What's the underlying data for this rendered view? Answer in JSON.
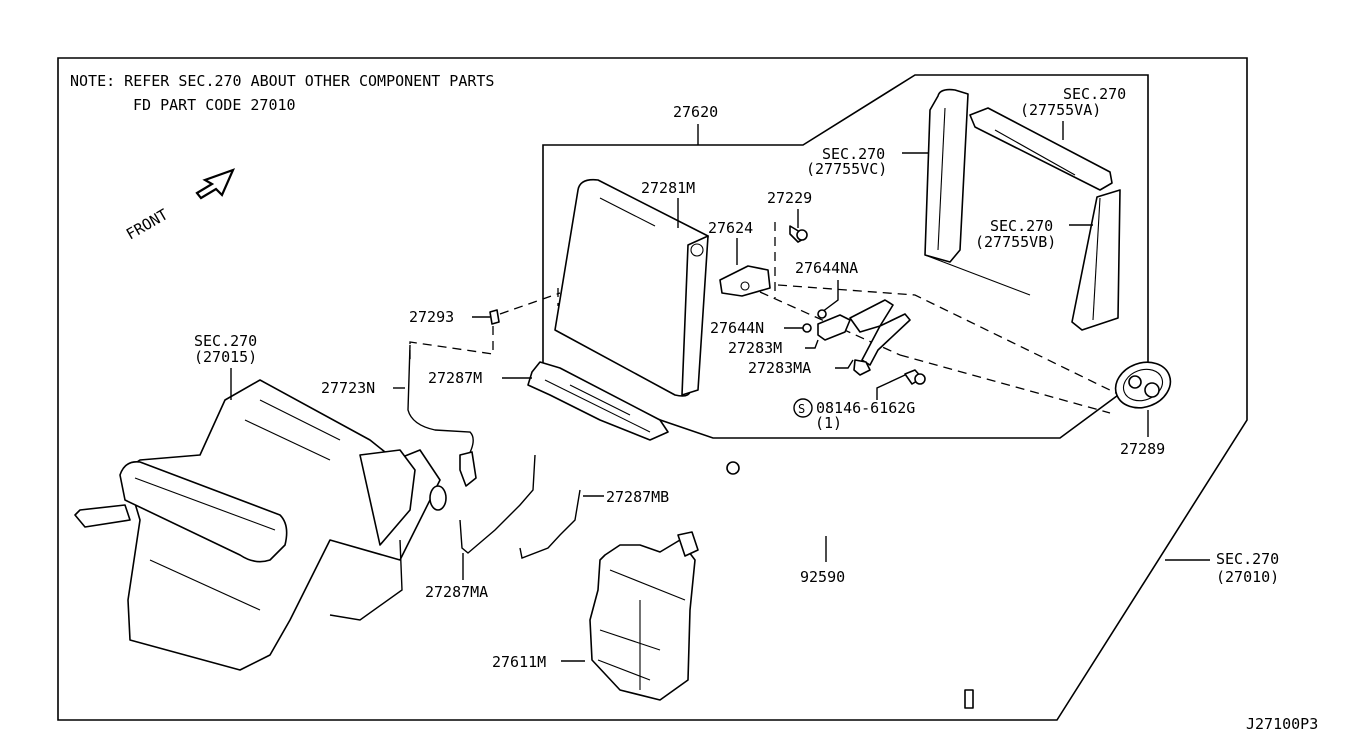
{
  "diagram": {
    "note_line1": "NOTE: REFER SEC.270 ABOUT OTHER COMPONENT PARTS",
    "note_line2": "FD PART CODE 27010",
    "front_label": "FRONT",
    "drawing_id": "J27100P3",
    "outer_ref": {
      "sec": "SEC.270",
      "code": "(27010)"
    },
    "heater_unit_ref": {
      "sec": "SEC.270",
      "code": "(27015)"
    },
    "cover_refs": [
      {
        "sec": "SEC.270",
        "code": "(27755VA)"
      },
      {
        "sec": "SEC.270",
        "code": "(27755VC)"
      },
      {
        "sec": "SEC.270",
        "code": "(27755VB)"
      }
    ],
    "parts": {
      "p27620": "27620",
      "p27281M": "27281M",
      "p27229": "27229",
      "p27624": "27624",
      "p27644NA": "27644NA",
      "p27644N": "27644N",
      "p27283M": "27283M",
      "p27283MA": "27283MA",
      "p08146": "08146-6162G",
      "p08146_qty": "(1)",
      "p08146_symbol": "S",
      "p27289": "27289",
      "p27293": "27293",
      "p27723N": "27723N",
      "p27287M": "27287M",
      "p27287MB": "27287MB",
      "p27287MA": "27287MA",
      "p92590": "92590",
      "p27611M": "27611M"
    }
  }
}
